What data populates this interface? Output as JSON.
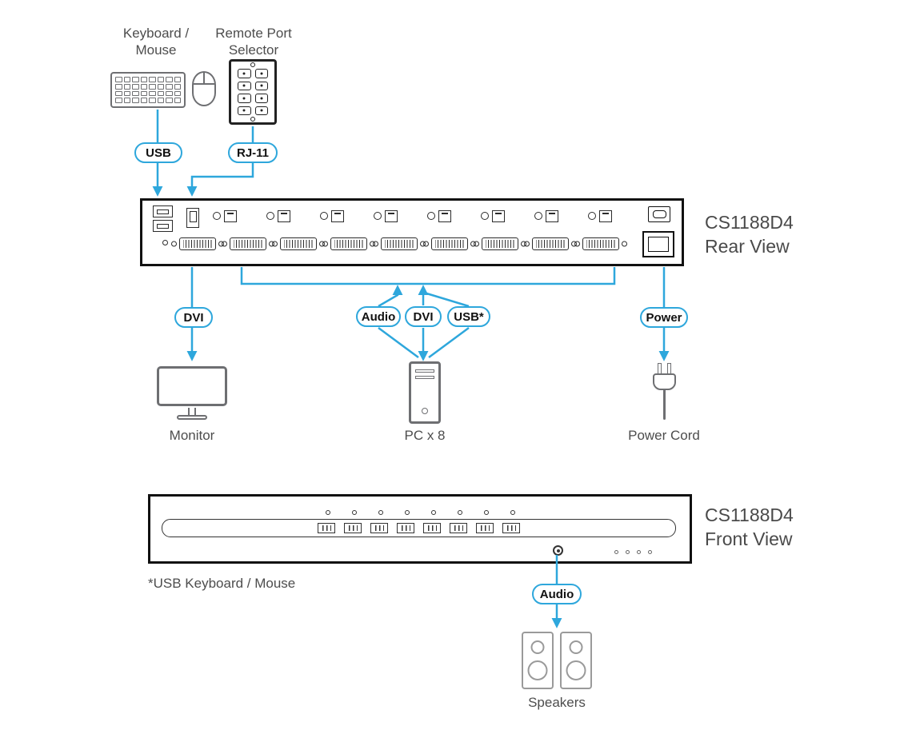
{
  "colors": {
    "accent": "#2ea7dc",
    "device_outline": "#6e6f72",
    "panel_outline": "#111111",
    "text": "#4d4d4d"
  },
  "console": {
    "keyboard_mouse_line1": "Keyboard /",
    "keyboard_mouse_line2": "Mouse",
    "remote_selector_line1": "Remote Port",
    "remote_selector_line2": "Selector"
  },
  "pills": {
    "usb": "USB",
    "rj11": "RJ-11",
    "dvi_monitor": "DVI",
    "audio_pc": "Audio",
    "dvi_pc": "DVI",
    "usb_pc": "USB*",
    "power": "Power",
    "audio_front": "Audio"
  },
  "rear_panel": {
    "title_line1": "CS1188D4",
    "title_line2": "Rear View"
  },
  "front_panel": {
    "title_line1": "CS1188D4",
    "title_line2": "Front View"
  },
  "devices": {
    "monitor": "Monitor",
    "pc": "PC x 8",
    "power_cord": "Power Cord",
    "speakers": "Speakers"
  },
  "footnote": "*USB Keyboard / Mouse"
}
